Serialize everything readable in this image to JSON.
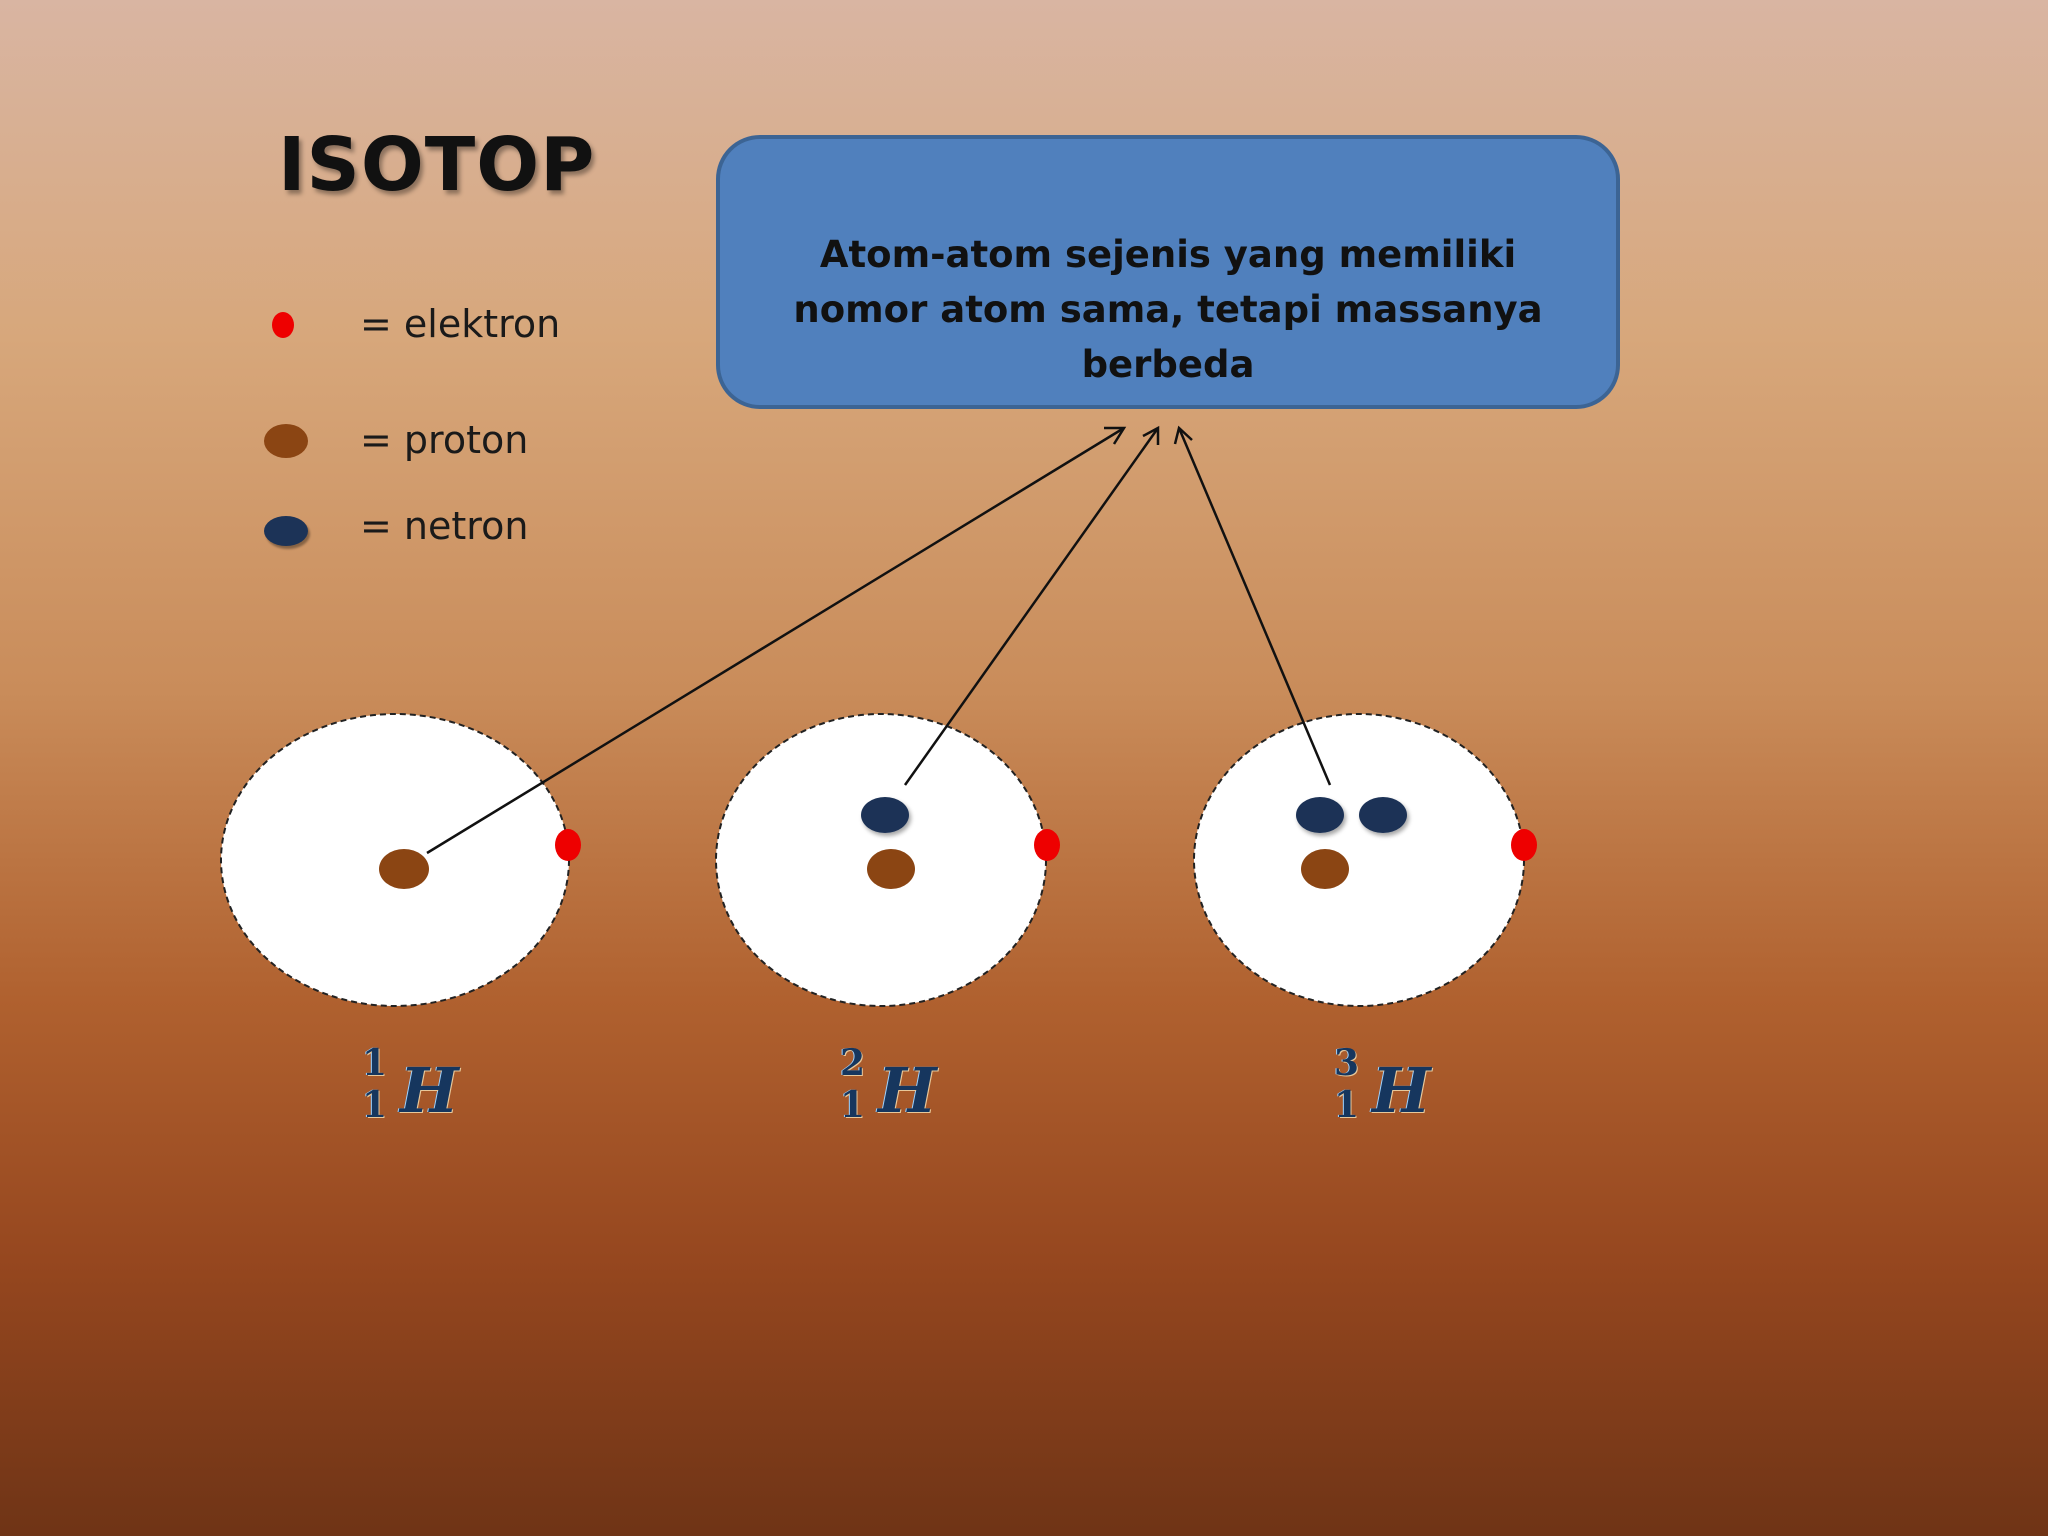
{
  "title": "ISOTOP",
  "legend": {
    "electron": {
      "label": "= elektron",
      "color": "#ee0000"
    },
    "proton": {
      "label": "= proton",
      "color": "#8b4513"
    },
    "neutron": {
      "label": "= netron",
      "color": "#1c3357"
    }
  },
  "definition": "Atom-atom sejenis yang memiliki  nomor atom sama, tetapi massanya berbeda",
  "atoms": [
    {
      "mass_number": "1",
      "atomic_number": "1",
      "symbol": "H",
      "protons": 1,
      "neutrons": 0,
      "electrons": 1
    },
    {
      "mass_number": "2",
      "atomic_number": "1",
      "symbol": "H",
      "protons": 1,
      "neutrons": 1,
      "electrons": 1
    },
    {
      "mass_number": "3",
      "atomic_number": "1",
      "symbol": "H",
      "protons": 1,
      "neutrons": 2,
      "electrons": 1
    }
  ]
}
